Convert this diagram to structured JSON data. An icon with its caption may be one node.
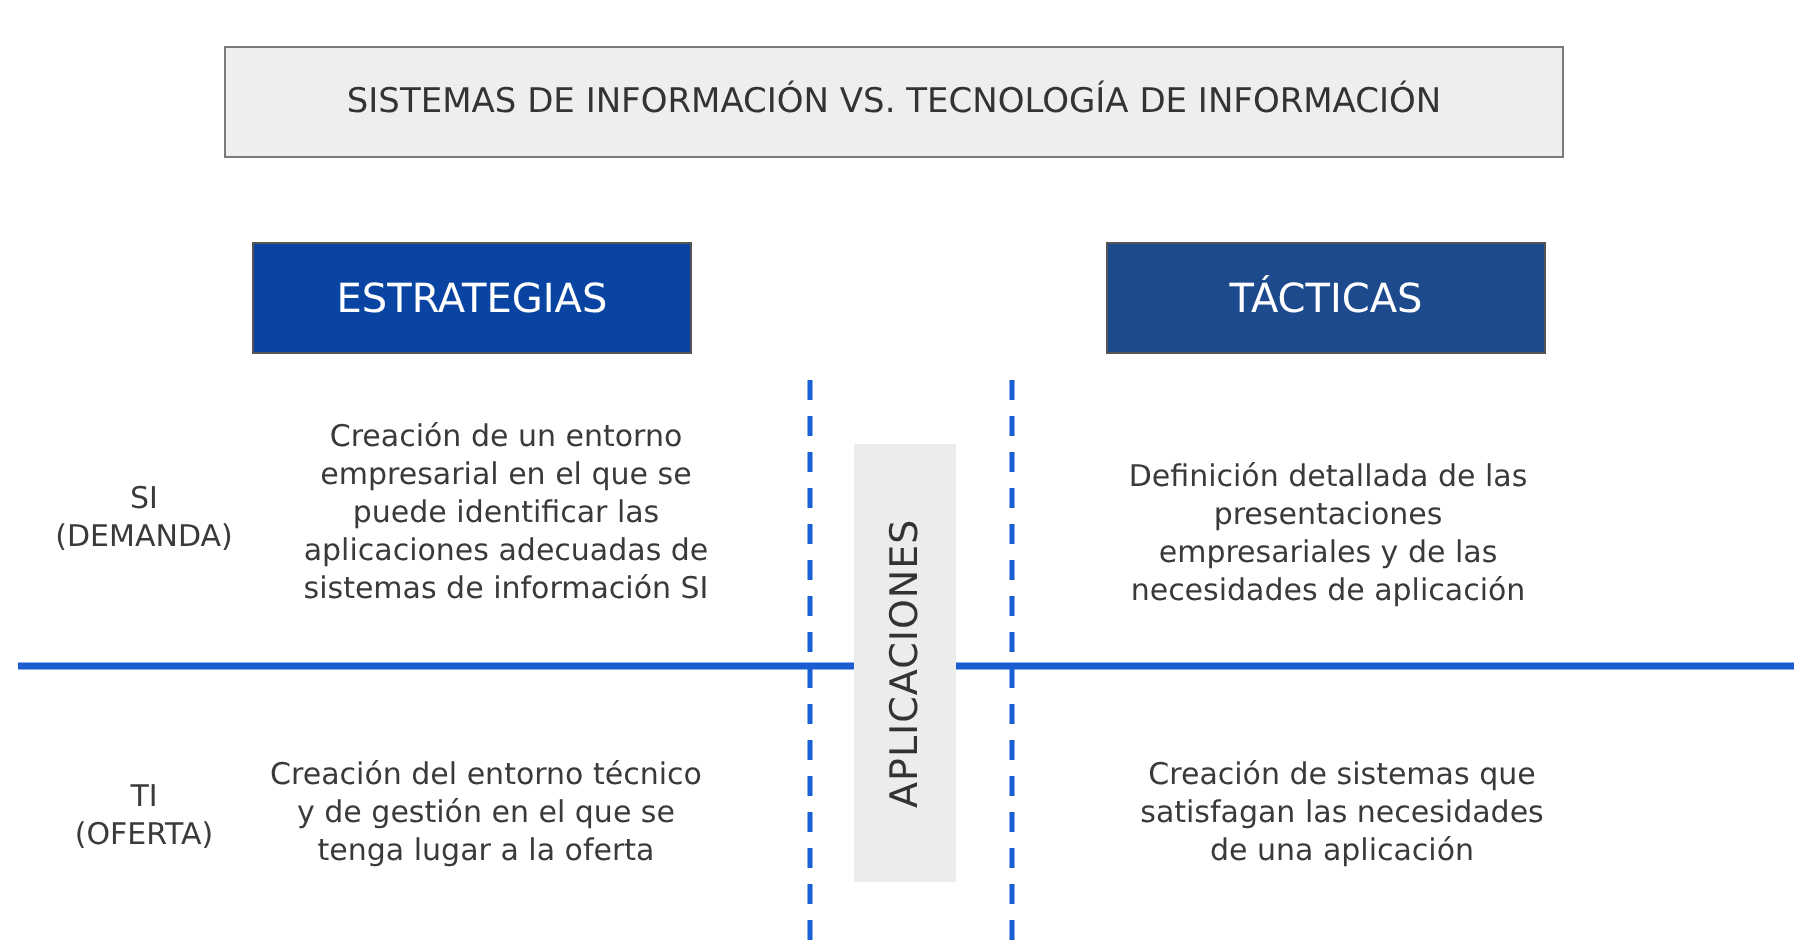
{
  "diagram": {
    "title": "SISTEMAS DE INFORMACIÓN VS. TECNOLOGÍA DE INFORMACIÓN",
    "nodes": [
      {
        "text": [
          "ESTRATEGIAS"
        ]
      },
      {
        "text": [
          "TÁCTICAS"
        ]
      },
      {
        "text": [
          "APLICACIONES"
        ]
      }
    ],
    "labels": [
      "SI (DEMANDA)",
      "Creación de un entorno empresarial en el que se puede identificar las aplicaciones adecuadas de sistemas de información SI",
      "Definición detallada de las presentaciones empresariales y de las necesidades de aplicación",
      "TI (OFERTA)",
      "Creación del entorno técnico y de gestión en el que se tenga lugar a la oferta",
      "Creación de sistemas que satisfagan las necesidades de una aplicación"
    ]
  }
}
